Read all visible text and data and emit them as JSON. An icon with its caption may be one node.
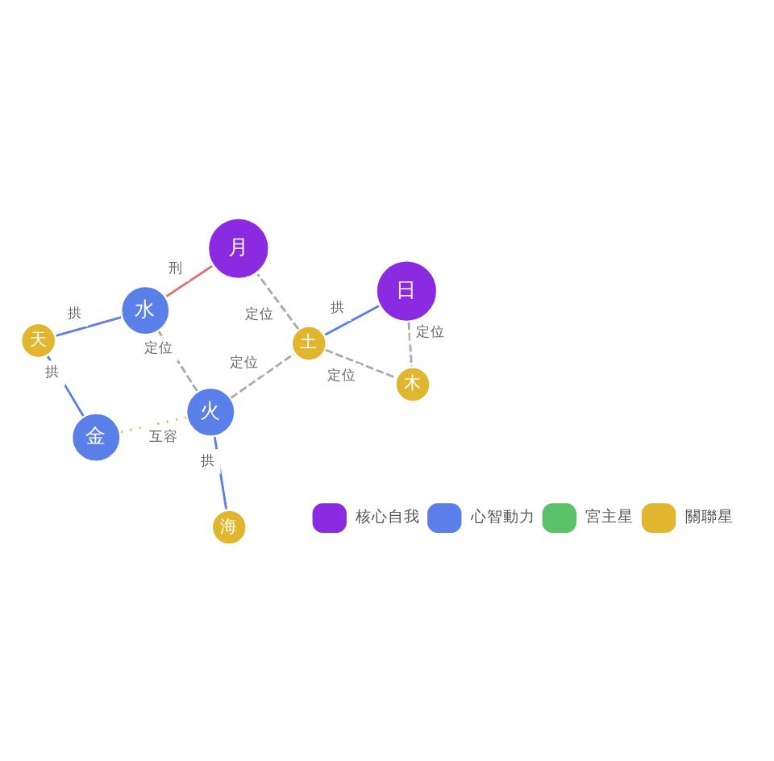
{
  "diagram": {
    "nodes": [
      {
        "text": [
          "火"
        ]
      },
      {
        "text": [
          "金"
        ]
      },
      {
        "text": [
          "海"
        ]
      },
      {
        "text": [
          "月"
        ]
      },
      {
        "text": [
          "土"
        ]
      },
      {
        "text": [
          "水"
        ]
      },
      {
        "text": [
          "天"
        ]
      },
      {
        "text": [
          "日"
        ]
      },
      {
        "text": [
          "木"
        ]
      }
    ],
    "edges": [
      {
        "from": 0,
        "to": 2,
        "arrow": "none",
        "label": "拱",
        "color": "#5b7fe8"
      },
      {
        "from": 0,
        "to": 1,
        "arrow": "none",
        "label": "互容",
        "style": "dashed",
        "color": "#e0b62e"
      },
      {
        "from": 0,
        "to": 4,
        "arrow": "none",
        "label": "定位",
        "style": "dashed"
      },
      {
        "from": 0,
        "to": 5,
        "arrow": "none",
        "label": "定位",
        "style": "dashed"
      },
      {
        "from": 1,
        "to": 6,
        "arrow": "none",
        "label": "拱",
        "color": "#5b7fe8"
      },
      {
        "from": 4,
        "to": 3,
        "arrow": "none",
        "label": "定位",
        "style": "dashed"
      },
      {
        "from": 5,
        "to": 3,
        "arrow": "none",
        "label": "刑",
        "color": "#e07070"
      },
      {
        "from": 5,
        "to": 6,
        "arrow": "none",
        "label": "拱",
        "color": "#5b7fe8"
      },
      {
        "from": 7,
        "to": 4,
        "arrow": "none",
        "label": "拱",
        "color": "#5b7fe8"
      },
      {
        "from": 4,
        "to": 8,
        "arrow": "none",
        "label": "定位",
        "style": "dashed"
      },
      {
        "from": 7,
        "to": 8,
        "arrow": "none",
        "label": "定位",
        "style": "dashed"
      }
    ],
    "legend": [
      {
        "text": "核心自我",
        "color": "#8a2be2"
      },
      {
        "text": "心智動力",
        "color": "#5b7fe8"
      },
      {
        "text": "宮主星",
        "color": "#5cc26a"
      },
      {
        "text": "關聯星",
        "color": "#e0b62e"
      }
    ]
  }
}
